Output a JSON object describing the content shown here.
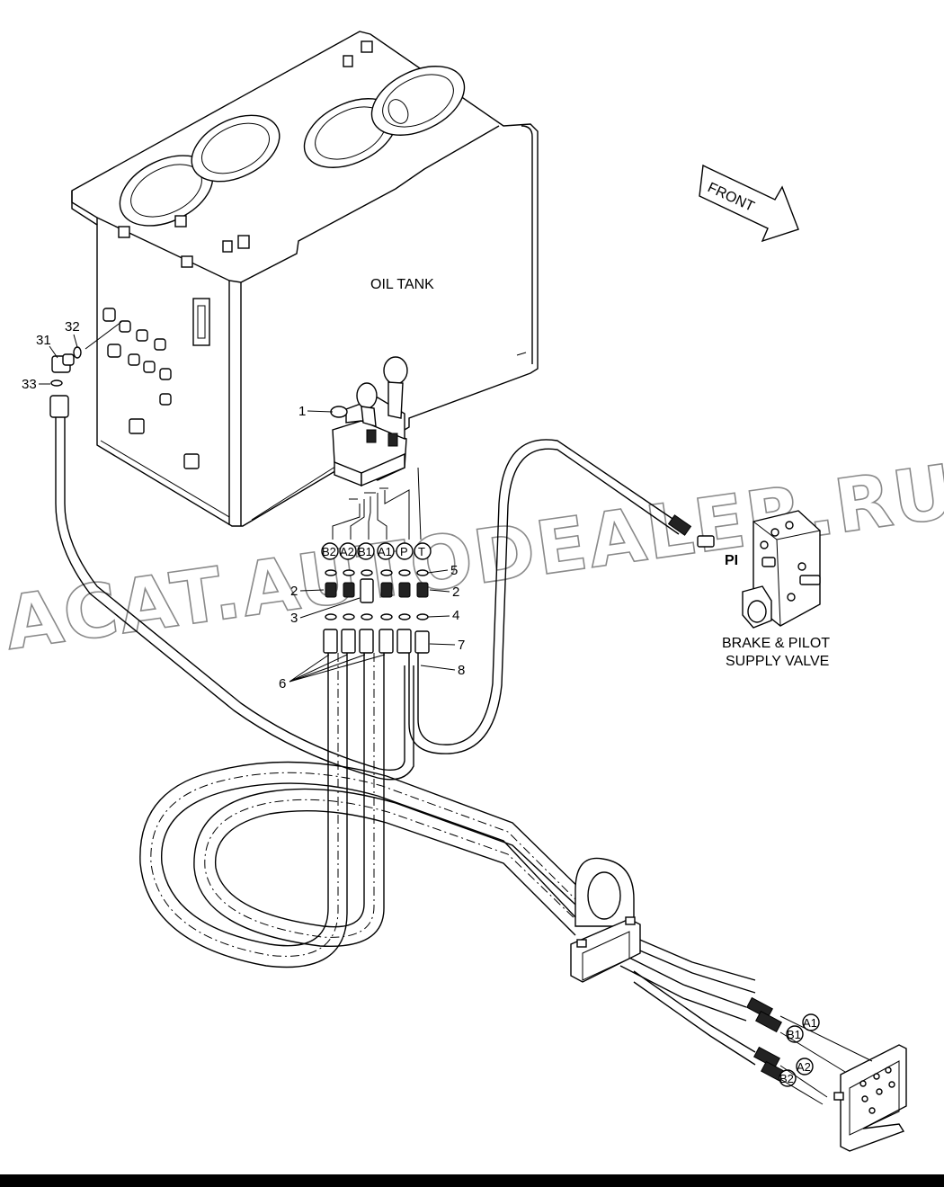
{
  "labels": {
    "oil_tank": "OIL TANK",
    "front": "FRONT",
    "valve_line1": "BRAKE & PILOT",
    "valve_line2": "SUPPLY VALVE",
    "pi": "PI",
    "watermark": "ACAT.AUTODEALER.RU"
  },
  "callouts": {
    "c1": "1",
    "c2a": "2",
    "c2b": "2",
    "c3": "3",
    "c4": "4",
    "c5": "5",
    "c6": "6",
    "c7": "7",
    "c8": "8",
    "c31": "31",
    "c32": "32",
    "c33": "33"
  },
  "ports": {
    "b2": "B2",
    "a2": "A2",
    "b1": "B1",
    "a1": "A1",
    "p": "P",
    "t": "T",
    "end_a1": "A1",
    "end_b1": "B1",
    "end_a2": "A2",
    "end_b2": "B2"
  }
}
